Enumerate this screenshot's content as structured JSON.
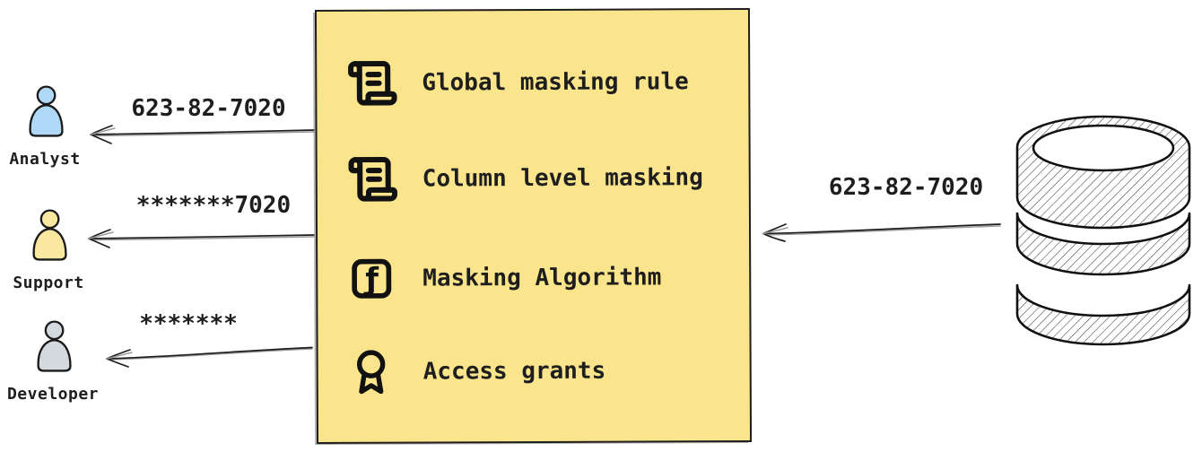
{
  "diagram": {
    "personas": [
      {
        "name": "Analyst",
        "received_value": "623-82-7020",
        "color": "#aed8f5"
      },
      {
        "name": "Support",
        "received_value": "*******7020",
        "color": "#fae7a0"
      },
      {
        "name": "Developer",
        "received_value": "*******",
        "color": "#d4d9de"
      }
    ],
    "masking_box": {
      "fill": "#fae58c",
      "items": [
        {
          "icon": "scroll-icon",
          "label": "Global masking rule"
        },
        {
          "icon": "scroll-icon",
          "label": "Column level masking"
        },
        {
          "icon": "function-icon",
          "label": "Masking Algorithm"
        },
        {
          "icon": "award-icon",
          "label": "Access grants"
        }
      ]
    },
    "database": {
      "sends_value": "623-82-7020"
    },
    "colors": {
      "ink": "#1e1e1e",
      "box_fill": "#fae58c"
    }
  }
}
